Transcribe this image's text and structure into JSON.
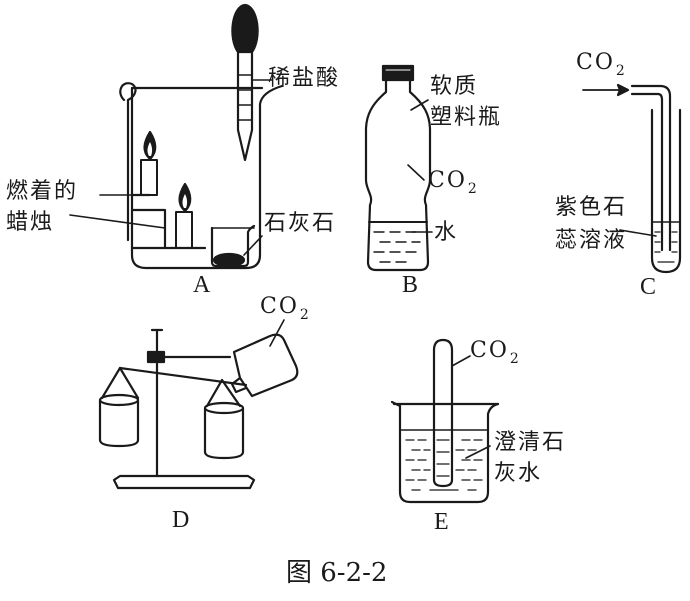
{
  "figure_caption": "图 6-2-2",
  "panels": {
    "A": {
      "letter": "A",
      "acid_label": "稀盐酸",
      "candle_label_line1": "燃着的",
      "candle_label_line2": "蜡烛",
      "limestone_label": "石灰石"
    },
    "B": {
      "letter": "B",
      "bottle_label_line1": "软质",
      "bottle_label_line2": "塑料瓶",
      "gas_base": "CO",
      "gas_sub": "2",
      "water_label": "水"
    },
    "C": {
      "letter": "C",
      "gas_base": "CO",
      "gas_sub": "2",
      "solution_label_line1": "紫色石",
      "solution_label_line2": "蕊溶液"
    },
    "D": {
      "letter": "D",
      "gas_base": "CO",
      "gas_sub": "2"
    },
    "E": {
      "letter": "E",
      "gas_base": "CO",
      "gas_sub": "2",
      "solution_label_line1": "澄清石",
      "solution_label_line2": "灰水"
    }
  }
}
